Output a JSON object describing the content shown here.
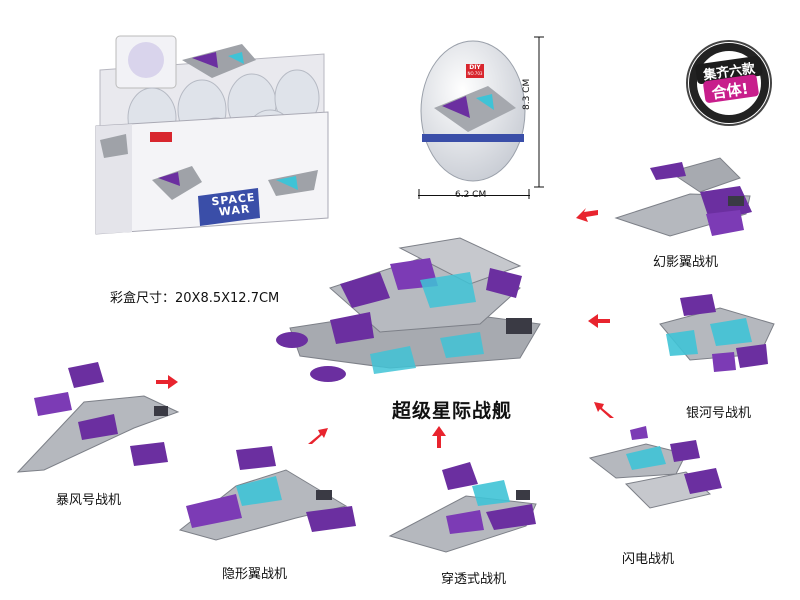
{
  "display_box": {
    "brand": "SPACE WAR",
    "diy": "DIY",
    "diy_no": "NO.703",
    "box_size_label": "彩盒尺寸：20X8.5X12.7CM"
  },
  "egg": {
    "width_label": "6.2 CM",
    "height_label": "8.3 CM"
  },
  "badge": {
    "line1": "集齐六款",
    "line2": "合体!"
  },
  "main_ship_title": "超级星际战舰",
  "ships": [
    {
      "name": "幻影翼战机"
    },
    {
      "name": "银河号战机"
    },
    {
      "name": "闪电战机"
    },
    {
      "name": "穿透式战机"
    },
    {
      "name": "隐形翼战机"
    },
    {
      "name": "暴风号战机"
    }
  ],
  "colors": {
    "purple": "#6b2fa0",
    "light_purple": "#8a4cc4",
    "gray": "#9fa2a8",
    "light_gray": "#c9cbd0",
    "teal": "#3fc3d6",
    "arrow_red": "#e8242e"
  }
}
